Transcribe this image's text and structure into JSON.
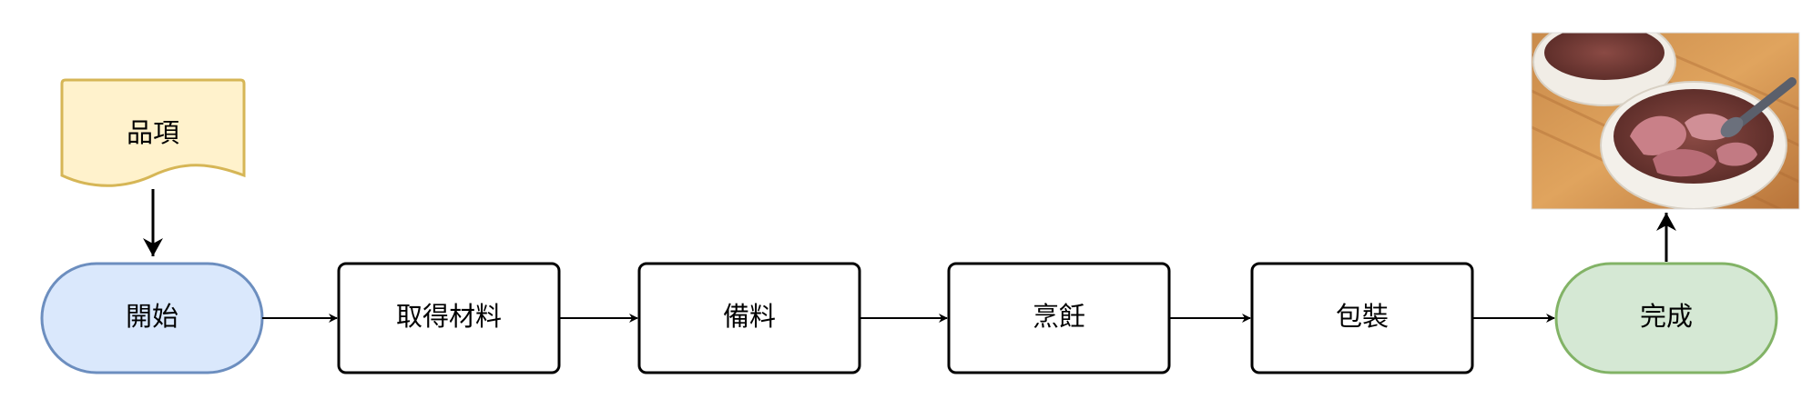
{
  "diagram": {
    "document": {
      "label": "品項",
      "fill": "#fff2cc",
      "stroke": "#d6b656"
    },
    "start": {
      "label": "開始",
      "fill": "#dae8fc",
      "stroke": "#6c8ebf"
    },
    "steps": [
      {
        "label": "取得材料"
      },
      {
        "label": "備料"
      },
      {
        "label": "烹飪"
      },
      {
        "label": "包裝"
      }
    ],
    "end": {
      "label": "完成",
      "fill": "#d5e8d4",
      "stroke": "#82b366"
    },
    "result_image": {
      "description_icon": "beef-soup-photo"
    },
    "colors": {
      "process_stroke": "#000000",
      "process_fill": "#ffffff",
      "arrow": "#000000"
    }
  }
}
